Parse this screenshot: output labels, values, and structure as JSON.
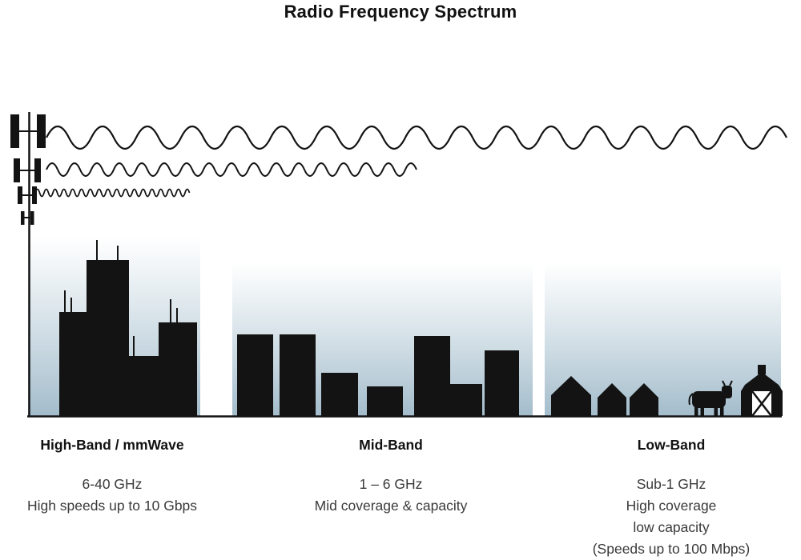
{
  "title": "Radio Frequency Spectrum",
  "bands": [
    {
      "id": "high-band",
      "label": "High-Band / mmWave",
      "lines": [
        "6-40 GHz",
        "High speeds up to 10 Gbps"
      ]
    },
    {
      "id": "mid-band",
      "label": "Mid-Band",
      "lines": [
        "1 – 6 GHz",
        "Mid coverage & capacity"
      ]
    },
    {
      "id": "low-band",
      "label": "Low-Band",
      "lines": [
        "Sub-1 GHz",
        "High coverage",
        "low capacity",
        "(Speeds up to 100 Mbps)"
      ]
    }
  ],
  "icons": {
    "tower": "cell-tower-icon",
    "low_band_wave": "long-wavelength-wave-icon",
    "mid_band_wave": "medium-wavelength-wave-icon",
    "high_band_wave": "short-wavelength-wave-icon",
    "high_band_scene": "skyscrapers-icon",
    "mid_band_scene": "mid-rise-buildings-icon",
    "low_band_scene": "houses-icon",
    "cow": "cow-icon",
    "barn": "barn-icon"
  },
  "colors": {
    "silhouette": "#131313",
    "sky_gradient_top": "#ffffff",
    "sky_gradient_bottom": "#a3bccb",
    "caption_text": "#3a3a3a"
  }
}
